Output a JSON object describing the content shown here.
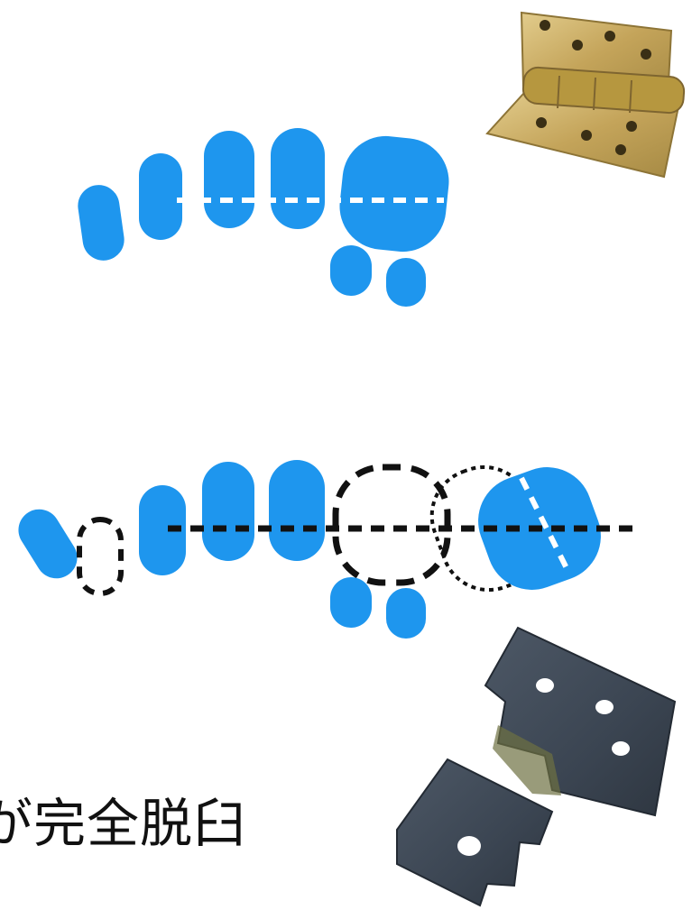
{
  "caption": "が完全脱臼",
  "colors": {
    "bone": "#1e96ee",
    "outline": "#111111",
    "axis_on_bone": "#ffffff",
    "hinge_new": "#c9a95c",
    "hinge_old": "#3d4856"
  },
  "illustrations": {
    "normal_hand": "normal-finger-row",
    "dislocated_hand": "dislocated-finger-row",
    "hinge_intact": "brass-hinge-photo",
    "hinge_broken": "broken-rusty-hinge-photo"
  }
}
